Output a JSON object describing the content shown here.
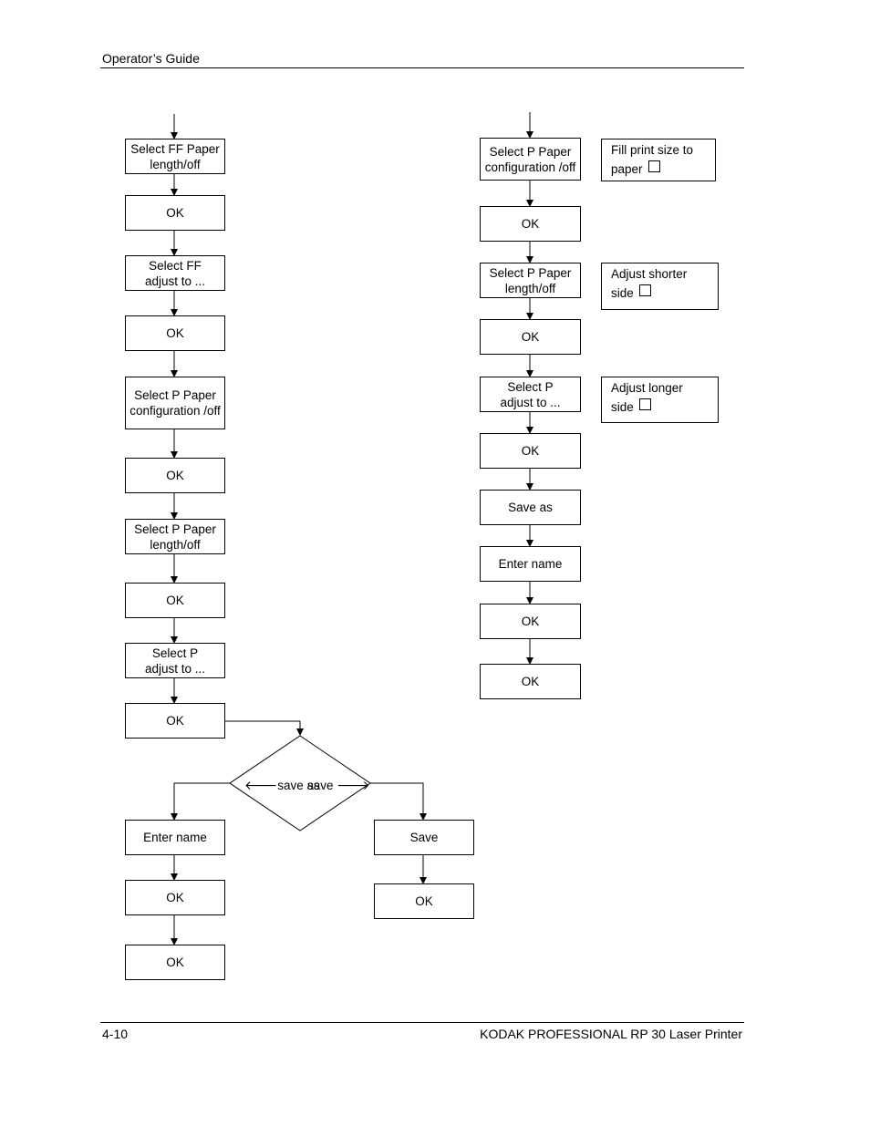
{
  "header": {
    "title": "Operator’s Guide"
  },
  "footer": {
    "page_number": "4-10",
    "product": "KODAK PROFESSIONAL RP 30 Laser Printer"
  },
  "left_flow": [
    "Select FF Paper\nlength/off",
    "OK",
    "Select FF\nadjust to ...",
    "OK",
    "Select P Paper\nconfiguration /off",
    "OK",
    "Select P Paper\nlength/off",
    "OK",
    "Select P\nadjust to ...",
    "OK"
  ],
  "decision": {
    "left_label": "🡐save as",
    "right_label": "save 🡒"
  },
  "save_as_branch": [
    "Enter name",
    "OK",
    "OK"
  ],
  "save_branch": [
    "Save",
    "OK"
  ],
  "right_flow": [
    "Select P Paper\nconfiguration /off",
    "OK",
    "Select P Paper\nlength/off",
    "OK",
    "Select P\nadjust to ...",
    "OK",
    "Save as",
    "Enter name",
    "OK",
    "OK"
  ],
  "notes": [
    {
      "line1": "Fill print size to",
      "line2": "paper"
    },
    {
      "line1": "Adjust shorter",
      "line2": "side"
    },
    {
      "line1": "Adjust longer",
      "line2": "side"
    }
  ]
}
